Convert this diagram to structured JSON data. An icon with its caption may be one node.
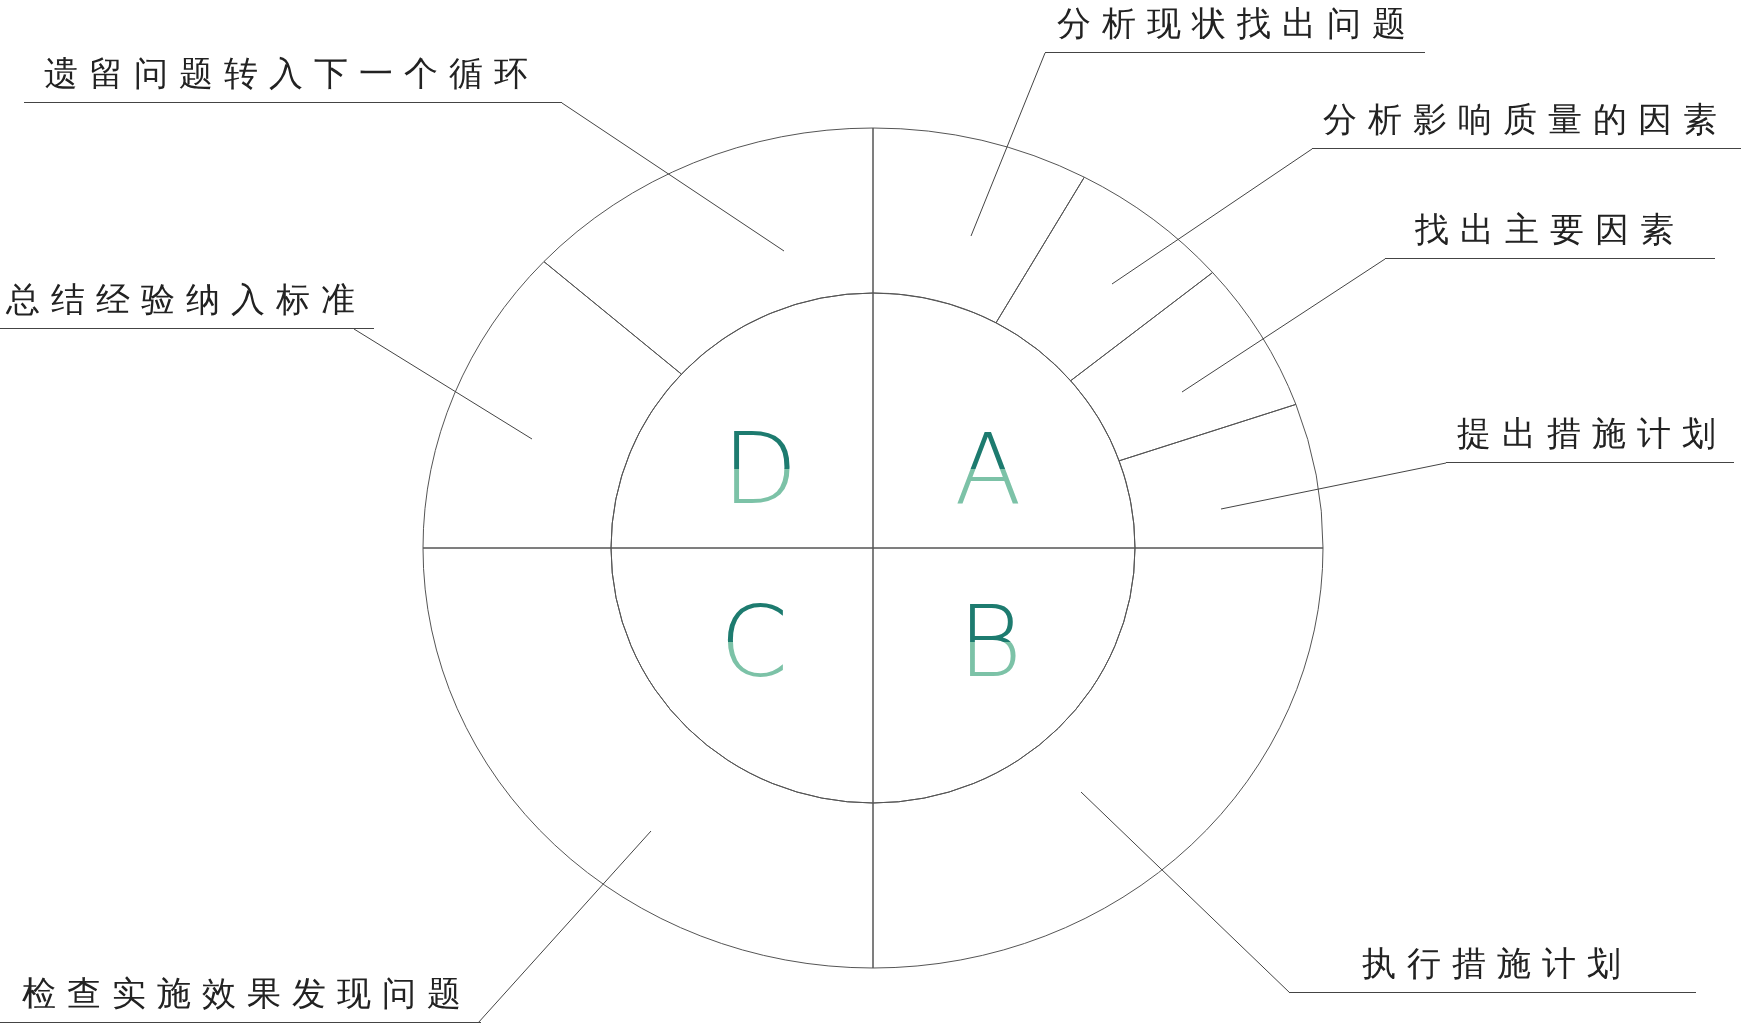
{
  "diagram": {
    "nodes": [
      {
        "text": [
          "分析现状找出问题"
        ]
      },
      {
        "text": [
          "遗留问题转入下一个循环"
        ]
      },
      {
        "text": [
          "分析影响质量的因素"
        ]
      },
      {
        "text": [
          "找出主要因素"
        ]
      },
      {
        "text": [
          "总结经验纳入标准"
        ]
      },
      {
        "text": [
          "提出措施计划"
        ]
      },
      {
        "text": [
          "D"
        ]
      },
      {
        "text": [
          "A"
        ]
      },
      {
        "text": [
          "C"
        ]
      },
      {
        "text": [
          "B"
        ]
      },
      {
        "text": [
          "检查实施效果发现问题"
        ]
      },
      {
        "text": [
          "执行措施计划"
        ]
      },
      {
        "text": [],
        "shape": "sector"
      },
      {
        "text": [],
        "shape": "sector"
      },
      {
        "text": [],
        "shape": "sector"
      },
      {
        "text": [],
        "shape": "sector"
      },
      {
        "text": [],
        "shape": "sector"
      },
      {
        "text": [],
        "shape": "sector"
      },
      {
        "text": [],
        "shape": "sector"
      },
      {
        "text": [],
        "shape": "sector"
      }
    ],
    "edges": [
      {
        "from": 0,
        "to": 15,
        "arrow": "none"
      },
      {
        "from": 1,
        "to": 14,
        "arrow": "none"
      },
      {
        "from": 2,
        "to": 17,
        "arrow": "none"
      },
      {
        "from": 3,
        "to": 18,
        "arrow": "none"
      },
      {
        "from": 4,
        "to": 12,
        "arrow": "none"
      },
      {
        "from": 5,
        "to": 19,
        "arrow": "none"
      },
      {
        "from": 10,
        "to": 13,
        "arrow": "none"
      },
      {
        "from": 11,
        "to": 16,
        "arrow": "none"
      }
    ]
  }
}
